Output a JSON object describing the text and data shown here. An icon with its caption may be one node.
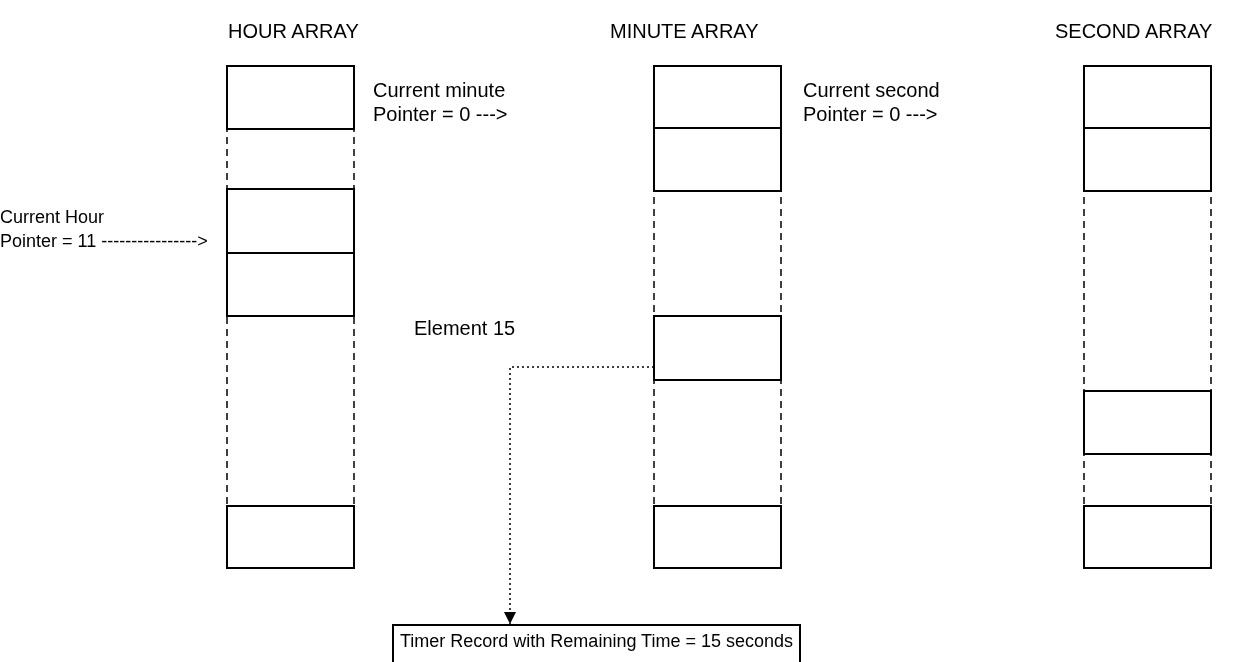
{
  "diagram": {
    "nodes": [
      {
        "text": [
          "HOUR ARRAY"
        ]
      },
      {
        "text": [
          "MINUTE ARRAY"
        ]
      },
      {
        "text": [
          "SECOND ARRAY"
        ]
      },
      {
        "text": [],
        "shape": "box",
        "in": 0
      },
      {
        "text": [],
        "shape": "box",
        "in": 0
      },
      {
        "text": [],
        "shape": "box",
        "in": 0
      },
      {
        "text": [],
        "shape": "box",
        "in": 0
      },
      {
        "text": [],
        "shape": "box",
        "in": 1
      },
      {
        "text": [],
        "shape": "box",
        "in": 1
      },
      {
        "text": [],
        "shape": "box",
        "in": 1
      },
      {
        "text": [],
        "shape": "box",
        "in": 1
      },
      {
        "text": [],
        "shape": "box",
        "in": 2
      },
      {
        "text": [],
        "shape": "box",
        "in": 2
      },
      {
        "text": [],
        "shape": "box",
        "in": 2
      },
      {
        "text": [],
        "shape": "box",
        "in": 2
      },
      {
        "text": [
          "Timer Record with Remaining Time = 15 seconds"
        ]
      }
    ],
    "edges": [
      {
        "from": 9,
        "to": 15,
        "arrow": "to",
        "style": "dashed"
      }
    ],
    "labels": [
      "Element 15",
      "Current minute Pointer = 0 --->",
      "Current second Pointer = 0 --->",
      "Current Hour Pointer = 11 ---------------->"
    ]
  }
}
